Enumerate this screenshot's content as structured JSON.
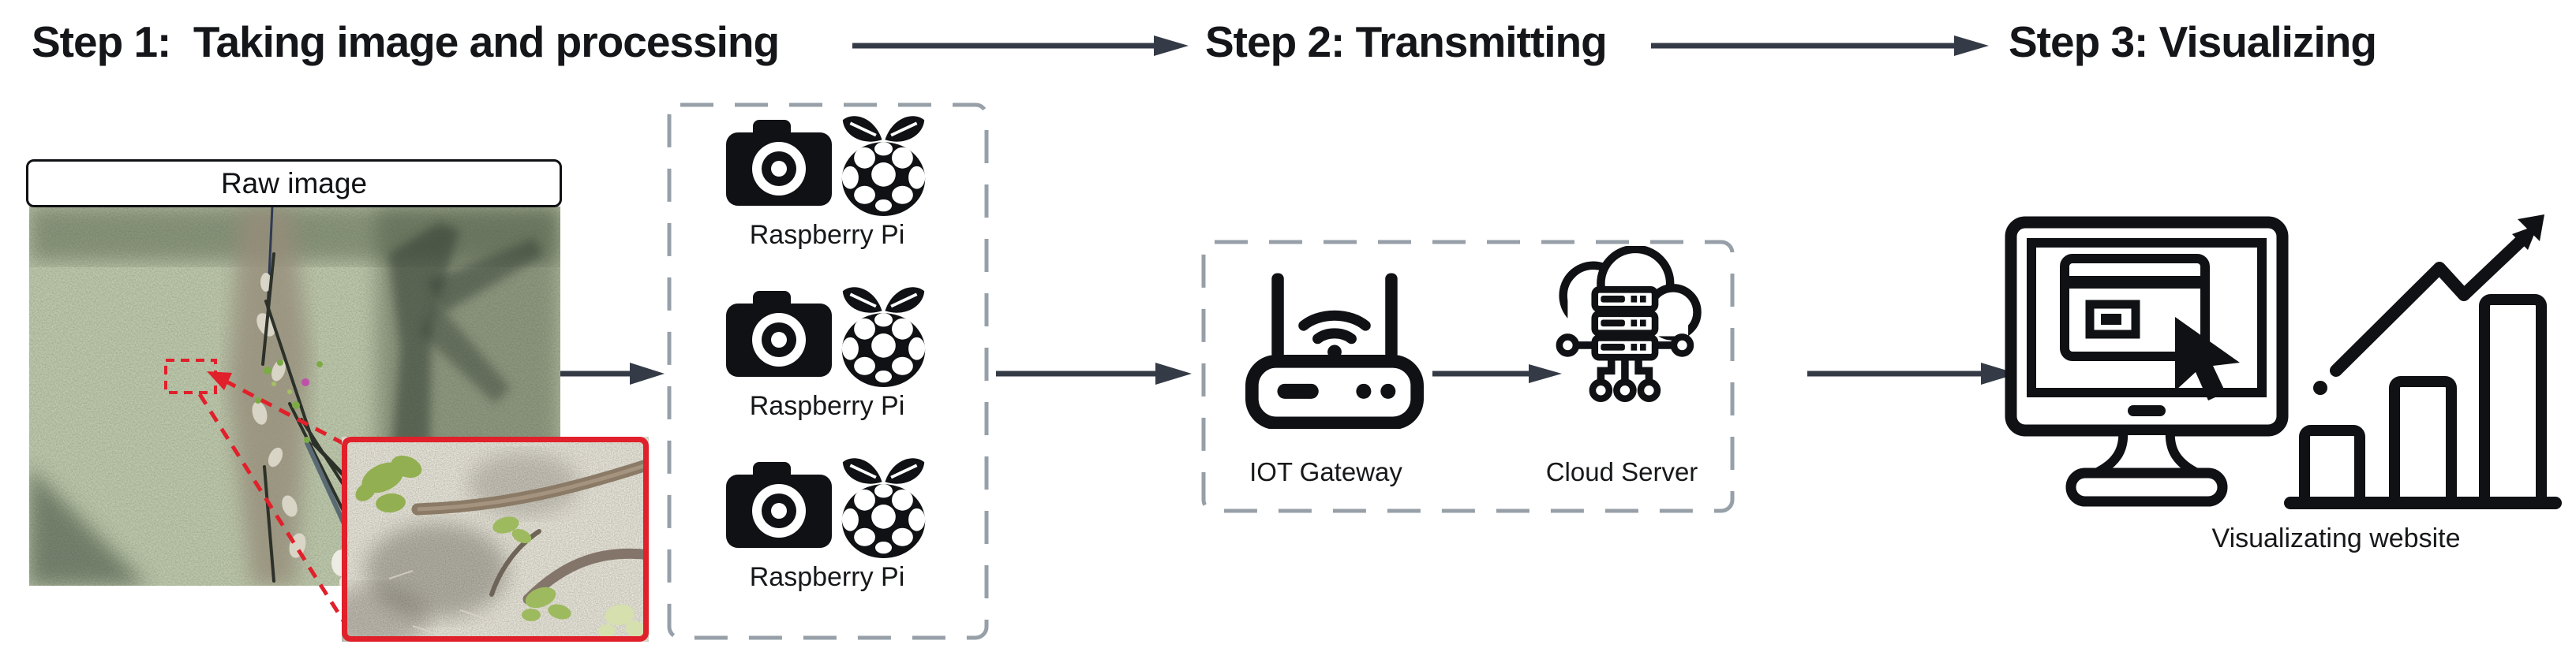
{
  "header": {
    "steps": [
      {
        "title": "Step 1:  Taking image and processing"
      },
      {
        "title": "Step 2: Transmitting"
      },
      {
        "title": "Step 3: Visualizing"
      }
    ]
  },
  "step1": {
    "raw_image": {
      "label": "Raw image"
    },
    "processing_units": [
      {
        "label": "Raspberry Pi"
      },
      {
        "label": "Raspberry Pi"
      },
      {
        "label": "Raspberry Pi"
      }
    ]
  },
  "step2": {
    "gateway": {
      "label": "IOT Gateway"
    },
    "server": {
      "label": "Cloud Server"
    }
  },
  "step3": {
    "website": {
      "label": "Visualizating website"
    }
  },
  "icons": {
    "camera": "camera-icon",
    "raspberry_pi": "raspberry-pi-logo-icon",
    "wifi_router": "wifi-router-icon",
    "cloud_server": "cloud-server-icon",
    "monitor_cursor": "monitor-with-cursor-icon",
    "growth_chart": "bar-chart-growth-arrow-icon",
    "flow_arrow": "flow-arrow-icon"
  },
  "colors": {
    "arrow": "#343b47",
    "dashed_border": "#97a0a8",
    "accent_red": "#e0202a",
    "icon_black": "#101114",
    "background": "#ffffff"
  }
}
